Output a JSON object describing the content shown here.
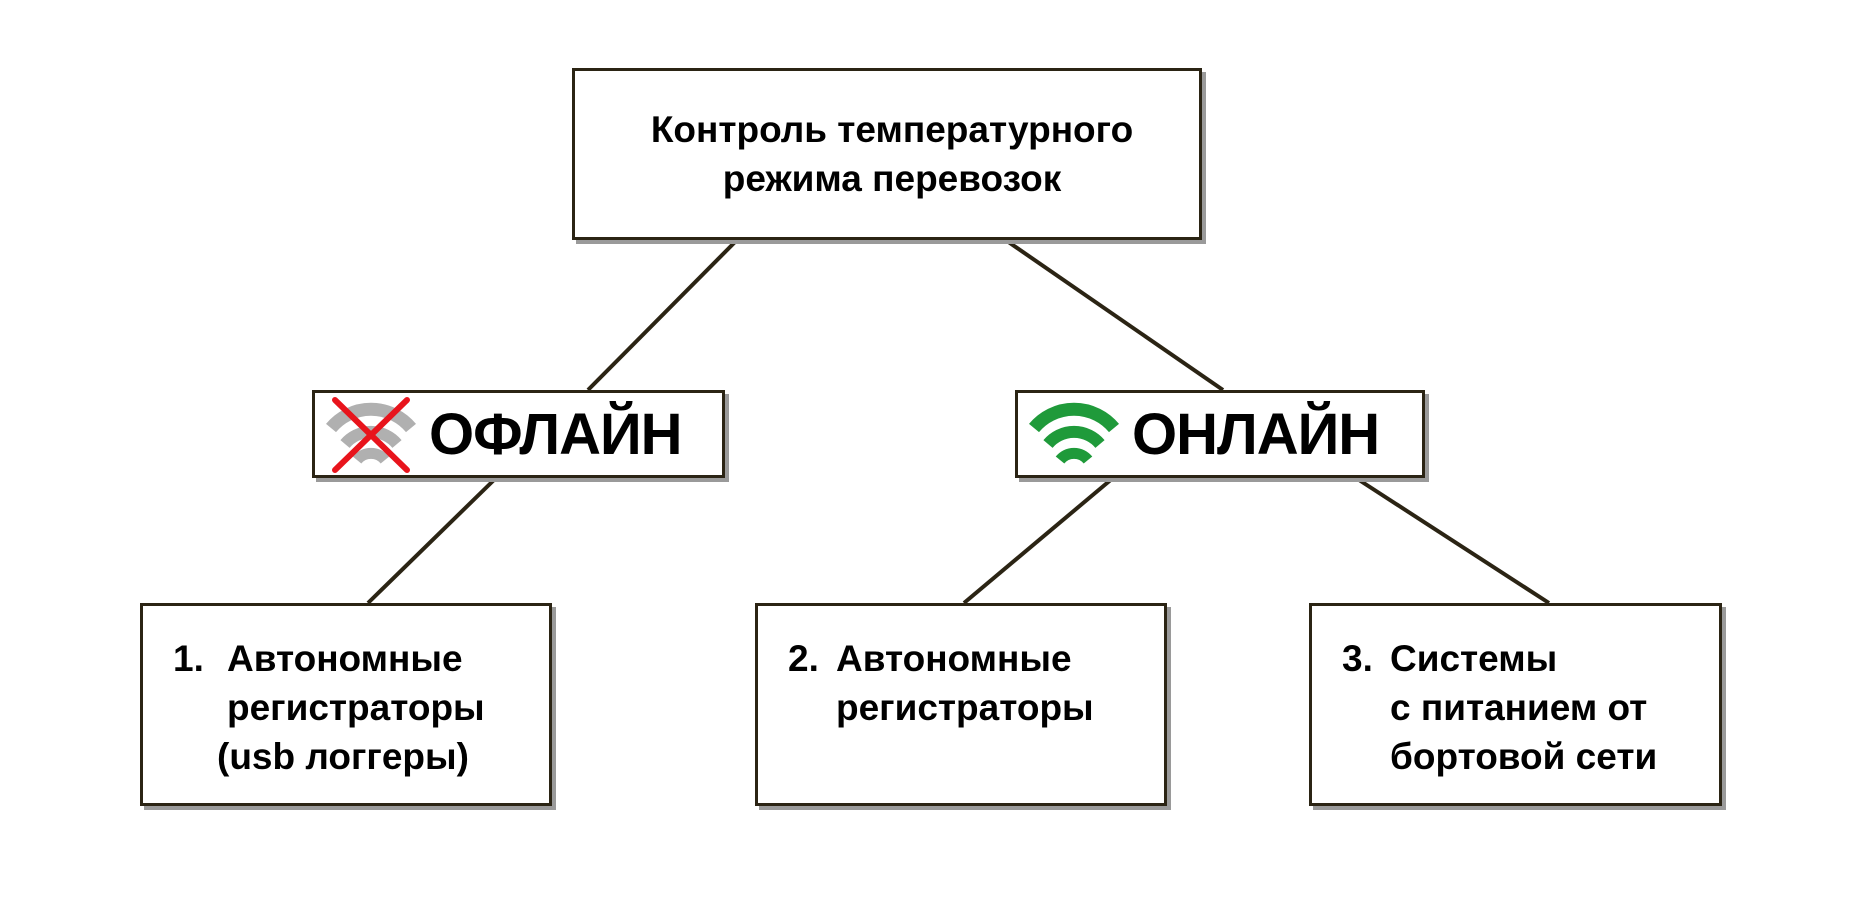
{
  "root": {
    "line1": "Контроль температурного",
    "line2": "режима перевозок"
  },
  "offline": {
    "label": "ОФЛАЙН",
    "icon": "wifi-crossed-icon",
    "icon_color": "#b0b0b0",
    "cross_color": "#e8141c"
  },
  "online": {
    "label": "ОНЛАЙН",
    "icon": "wifi-icon",
    "icon_color": "#1f9a3a"
  },
  "leaves": [
    {
      "num": "1.",
      "lines": [
        "Автономные",
        "регистраторы",
        "(usb логгеры)"
      ]
    },
    {
      "num": "2.",
      "lines": [
        "Автономные",
        "регистраторы"
      ]
    },
    {
      "num": "3.",
      "lines": [
        "Системы",
        "с питанием от",
        "бортовой сети"
      ]
    }
  ]
}
